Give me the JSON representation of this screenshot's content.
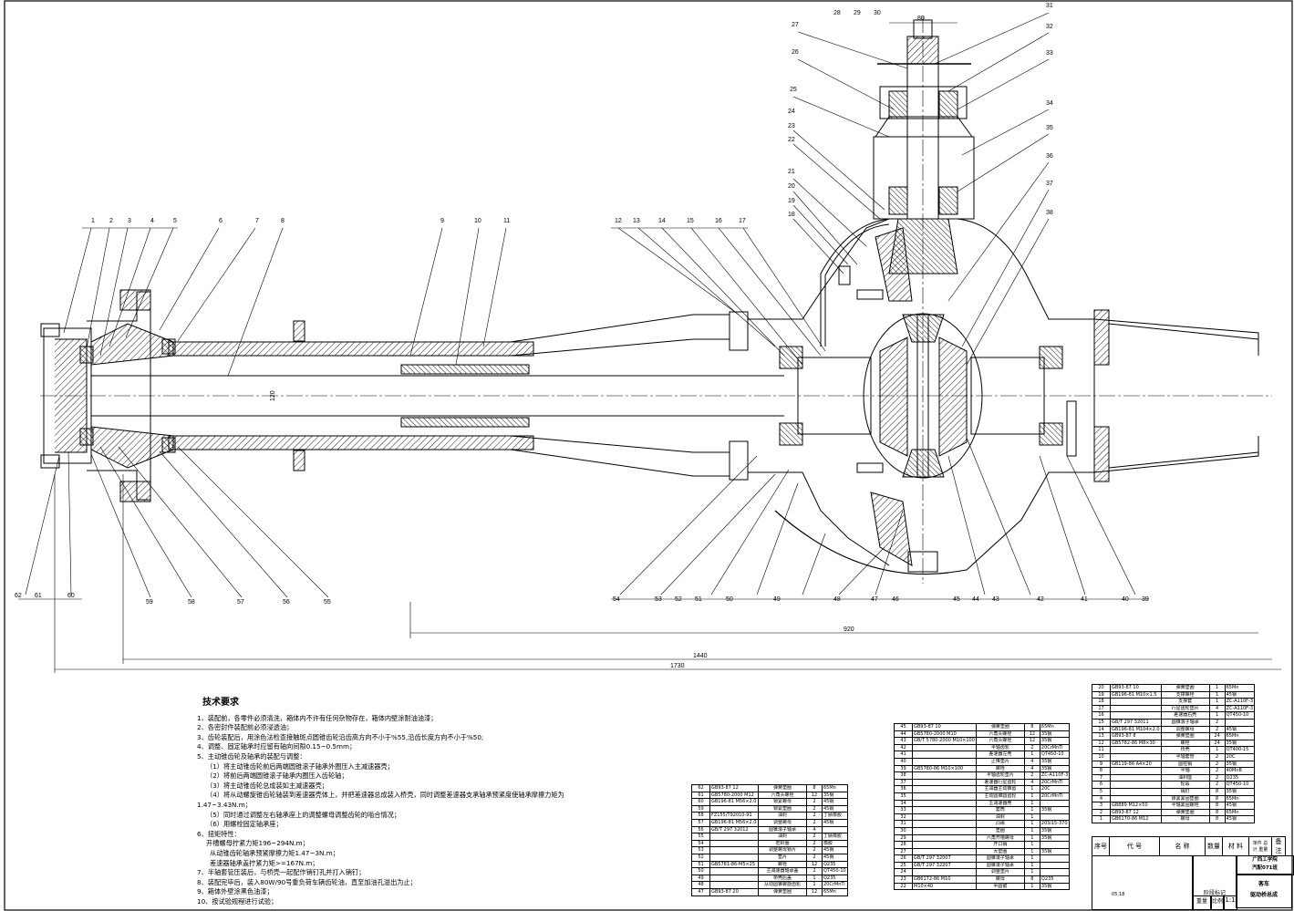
{
  "callouts_top": [
    "1",
    "2",
    "3",
    "4",
    "5",
    "6",
    "7",
    "8",
    "9",
    "10",
    "11",
    "12",
    "13",
    "14",
    "15",
    "16",
    "17",
    "18",
    "19",
    "20",
    "21",
    "22",
    "23",
    "24",
    "25",
    "26",
    "27",
    "28",
    "29",
    "30",
    "31",
    "32",
    "33",
    "34",
    "35",
    "36",
    "37",
    "38"
  ],
  "callouts_bottom": [
    "62",
    "61",
    "60",
    "59",
    "58",
    "57",
    "56",
    "55",
    "54",
    "53",
    "52",
    "51",
    "50",
    "49",
    "48",
    "47",
    "46",
    "45",
    "44",
    "43",
    "42",
    "41",
    "40",
    "39"
  ],
  "dimensions": {
    "top_width": "80",
    "overall_1": "920",
    "overall_2": "1440",
    "overall_3": "1730",
    "shaft": "120"
  },
  "tech_title": "技术要求",
  "tech_lines": [
    "1、装配前，各零件必须清洗，箱体内不许有任何杂物存在，箱体内壁涂耐油油漆；",
    "2、各密封件装配前必须浸透油；",
    "3、齿轮装配后，用涂色法检查接触斑点圆锥齿轮沿齿高方向不小于%55,沿齿长度方向不小于%50;",
    "4、调整、固定轴承时应留有轴向间隙0.15~0.5mm；",
    "5、主动锥齿轮及轴承的装配与调整：",
    "（1）将主动锥齿轮前后两端圆锥滚子轴承外圈压入主减速器壳；",
    "（2）将前后两端圆锥滚子轴承内圈压入齿轮轴；",
    "（3）将主动锥齿轮总成装如主减速器壳；",
    "（4）将从动螺旋锥齿轮轴装到差速器壳体上，并把差速器总成装入桥壳，同时调整差速器支承轴承预紧度使轴承摩擦力矩为",
    "1.47~3.43N.m；",
    "（5）同时通过调整左右轴承座上的调整螺母调整齿轮的啮合情况；",
    "（6）用螺栓固定轴承座；",
    "6、扭矩特性：",
    "开槽螺母拧紧力矩196~294N.m；",
    "从动锥齿轮轴承预紧摩擦力矩1.47~3N.m；",
    "差速器轴承盖拧紧力矩>=167N.m；",
    "7、半轴套管压装后，与桥壳一起配作销钉孔并打入销钉；",
    "8、装配完毕后，装入80W/90号重负荷车辆齿轮油，直至加油孔溢出为止；",
    "9、箱体外壁涂黑色油漆；",
    "10、按试验规程进行试验；"
  ],
  "bom_left": [
    [
      "62",
      "GB93-87 12",
      "弹簧垫圈",
      "8",
      "65Mn"
    ],
    [
      "61",
      "GB5780-2000 M12",
      "六角头螺栓",
      "12",
      "35钢"
    ],
    [
      "60",
      "GB196-81 M56×2.0",
      "锁紧螺母",
      "2",
      "45钢"
    ],
    [
      "59",
      "",
      "锁紧垫圈",
      "2",
      "45钢"
    ],
    [
      "58",
      "FZ155/T92010-91",
      "油封",
      "2",
      "丁腈橡胶"
    ],
    [
      "57",
      "GB196-81 M56×2.0",
      "调整螺母",
      "2",
      "45钢"
    ],
    [
      "56",
      "GB/T 297 32012",
      "圆锥滚子轴承",
      "4",
      ""
    ],
    [
      "55",
      "",
      "油封",
      "2",
      "丁腈橡胶"
    ],
    [
      "54",
      "",
      "密封圈",
      "2",
      "橡胶"
    ],
    [
      "53",
      "",
      "调整螺母锁片",
      "2",
      "45钢"
    ],
    [
      "52",
      "",
      "垫片",
      "2",
      "45钢"
    ],
    [
      "51",
      "GB5781-86-M5×25",
      "螺栓",
      "12",
      "Q235"
    ],
    [
      "50",
      "",
      "主减速器轴承盖",
      "2",
      "QT450-10"
    ],
    [
      "49",
      "",
      "桥壳后盖",
      "1",
      "Q235"
    ],
    [
      "48",
      "",
      "从动圆锥螺旋齿轮",
      "1",
      "20CrMnTi"
    ],
    [
      "47",
      "GB93-87 20",
      "弹簧垫圈",
      "12",
      "65Mn"
    ]
  ],
  "bom_mid": [
    [
      "45",
      "GB93-87 10",
      "弹簧垫圈",
      "8",
      "65Mn"
    ],
    [
      "44",
      "GB5780-2000 M10",
      "六角头螺栓",
      "12",
      "35钢"
    ],
    [
      "43",
      "GB/T 5780-2000 M10×100",
      "六角头螺栓",
      "12",
      "35钢"
    ],
    [
      "42",
      "",
      "半轴齿轮",
      "2",
      "20CrMnTi"
    ],
    [
      "41",
      "",
      "差速器左壳",
      "1",
      "QT450-10"
    ],
    [
      "40",
      "",
      "止推垫片",
      "4",
      "35钢"
    ],
    [
      "39",
      "GB5780-86 M10×100",
      "螺栓",
      "4",
      "35钢"
    ],
    [
      "38",
      "",
      "半轴齿轮垫片",
      "2",
      "ZC-A110F-3"
    ],
    [
      "37",
      "",
      "差速器行星齿轮",
      "4",
      "20CrMnTi"
    ],
    [
      "36",
      "",
      "主减器主动锥齿",
      "1",
      "20C"
    ],
    [
      "35",
      "",
      "主动圆锥圆齿轮",
      "1",
      "20CrMnTi"
    ],
    [
      "34",
      "",
      "主减速器壳",
      "1",
      ""
    ],
    [
      "33",
      "",
      "套筒",
      "1",
      "35钢"
    ],
    [
      "32",
      "",
      "油封",
      "1",
      ""
    ],
    [
      "31",
      "",
      "凸缘",
      "1",
      "20Si15-370"
    ],
    [
      "30",
      "",
      "垫圈",
      "1",
      "35钢"
    ],
    [
      "29",
      "",
      "六角开槽螺母",
      "1",
      "35钢"
    ],
    [
      "28",
      "",
      "开口销",
      "1",
      ""
    ],
    [
      "27",
      "",
      "大垫圈",
      "1",
      "35钢"
    ],
    [
      "26",
      "GB/T 297 32007",
      "圆锥滚子轴承",
      "1",
      ""
    ],
    [
      "25",
      "GB/T 297 32207",
      "圆锥滚子轴承",
      "1",
      ""
    ],
    [
      "24",
      "",
      "调整垫片",
      "1",
      ""
    ],
    [
      "23",
      "GB6172-86 M10",
      "螺母",
      "8",
      "Q235"
    ],
    [
      "22",
      "M10×40",
      "半圆键",
      "1",
      "35钢"
    ]
  ],
  "bom_right": [
    [
      "20",
      "GB93-87 10",
      "弹簧垫圈",
      "1",
      "65Mn"
    ],
    [
      "19",
      "GB196-81 M10×1.5",
      "支撑螺栓",
      "1",
      "45钢"
    ],
    [
      "18",
      "",
      "支撑套",
      "1",
      "ZC-A110F-3"
    ],
    [
      "17",
      "",
      "行星齿轮垫片",
      "4",
      "ZC-A110F-3"
    ],
    [
      "16",
      "",
      "差速器右壳",
      "1",
      "QT450-10"
    ],
    [
      "15",
      "GB/T 297 32011",
      "圆锥滚子轴承",
      "2",
      ""
    ],
    [
      "14",
      "GB196-81 M104×2.0",
      "调整螺母",
      "2",
      "45钢"
    ],
    [
      "13",
      "GB93-87 8",
      "弹簧垫圈",
      "24",
      "65Mn"
    ],
    [
      "12",
      "GB5782-86 M8×30",
      "螺栓",
      "24",
      "35钢"
    ],
    [
      "11",
      "",
      "桥壳",
      "1",
      "QT400-15"
    ],
    [
      "10",
      "",
      "半轴套管",
      "2",
      "20C"
    ],
    [
      "9",
      "GB119-86 A4×20",
      "圆柱销",
      "2",
      "35钢"
    ],
    [
      "8",
      "",
      "半轴",
      "2",
      "40MnB"
    ],
    [
      "7",
      "",
      "油封座",
      "2",
      "Q235"
    ],
    [
      "6",
      "",
      "轮毂",
      "2",
      "QT450-10"
    ],
    [
      "5",
      "",
      "销钉",
      "8",
      "35钢"
    ],
    [
      "4",
      "",
      "锁紧紧固垫圈",
      "8",
      "65Mn"
    ],
    [
      "3",
      "GB889 M12×50",
      "半轴紧固螺栓",
      "8",
      "45钢"
    ],
    [
      "2",
      "GB93-87 12",
      "弹簧垫圈",
      "8",
      "65Mn"
    ],
    [
      "1",
      "GB6170-86 M12",
      "螺母",
      "8",
      "45钢"
    ]
  ],
  "bom_header": [
    "序号",
    "代  号",
    "名  称",
    "数量",
    "材  料",
    "单件 总计 重量",
    "备注"
  ],
  "title_block": {
    "school": "广西工学院",
    "class": "汽配071班",
    "drawing": "驱动桥总成",
    "subtitle": "客车",
    "scale_label": "比例",
    "scale": "1:1",
    "stage_label": "阶段标记",
    "weight_label": "重量",
    "sheet": "05.18"
  }
}
